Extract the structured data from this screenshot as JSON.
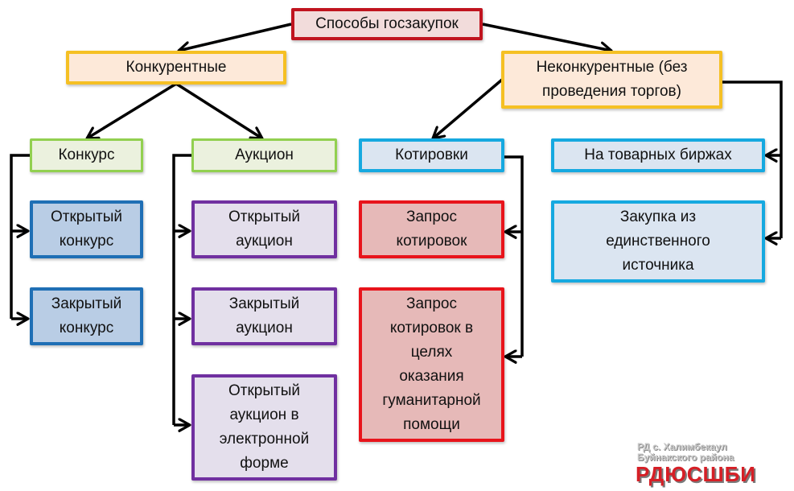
{
  "diagram": {
    "root": {
      "label": "Способы госзакупок"
    },
    "competitive": {
      "label": "Конкурентные",
      "contest": {
        "label": "Конкурс",
        "children": [
          "Открытый\nконкурс",
          "Закрытый\nконкурс"
        ]
      },
      "auction": {
        "label": "Аукцион",
        "children": [
          "Открытый\nаукцион",
          "Закрытый\nаукцион",
          "Открытый\nаукцион в\nэлектронной\nформе"
        ]
      },
      "quotations": {
        "label": "Котировки",
        "children": [
          "Запрос\nкотировок",
          "Запрос\nкотировок в\nцелях\nоказания\nгуманитарной\nпомощи"
        ]
      }
    },
    "non_competitive": {
      "label": "Неконкурентные (без\nпроведения торгов)",
      "children": [
        "На товарных биржах",
        "Закупка из\nединственного\nисточника"
      ]
    }
  },
  "watermark": {
    "line1": "РД с. Халимбекаул",
    "line2": "Буйнакского района",
    "brand": "РДЮСШБИ"
  },
  "colors": {
    "root_border": "#c0141f",
    "category_border": "#f5c024",
    "method_border": "#92d050",
    "contest_border": "#1f6fb5",
    "auction_border": "#7030a0",
    "noncompetitive_border": "#16a9e0",
    "quotation_border": "#e8141b"
  }
}
